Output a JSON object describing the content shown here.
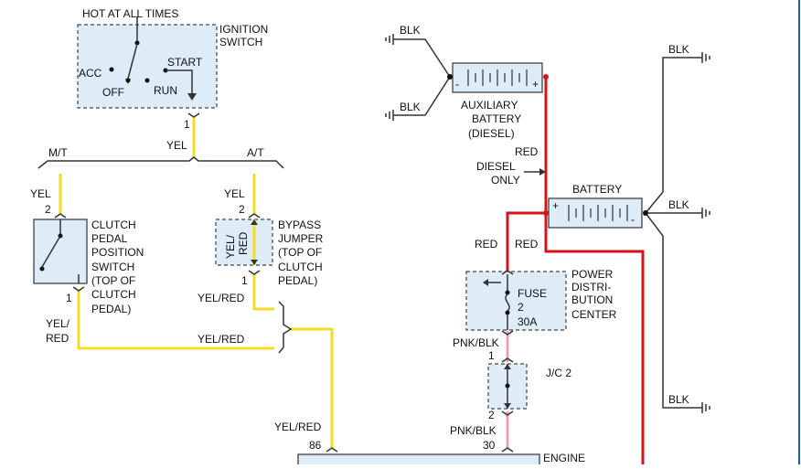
{
  "colors": {
    "yel": "#f5dd24",
    "red": "#d0161b",
    "pnk": "#e8a4b4",
    "blk": "#333333",
    "component_fill": "#ddecf6",
    "frame": "#1e5ca8"
  },
  "ignition": {
    "hot_label": "HOT AT ALL TIMES",
    "name_line1": "IGNITION",
    "name_line2": "SWITCH",
    "acc": "ACC",
    "off": "OFF",
    "run": "RUN",
    "start": "START",
    "pin": "1",
    "wire": "YEL"
  },
  "branch": {
    "mt": "M/T",
    "at": "A/T"
  },
  "clutch": {
    "wire_in": "YEL",
    "pin_in": "2",
    "pin_out": "1",
    "lines": [
      "CLUTCH",
      "PEDAL",
      "POSITION",
      "SWITCH",
      "(TOP OF",
      "CLUTCH",
      "PEDAL)"
    ],
    "wire_out_line1": "YEL/",
    "wire_out_line2": "RED",
    "wire_run": "YEL/RED"
  },
  "bypass": {
    "wire_in": "YEL",
    "pin_in": "2",
    "pin_out": "1",
    "inner_line1": "YEL/",
    "inner_line2": "RED",
    "lines": [
      "BYPASS",
      "JUMPER",
      "(TOP OF",
      "CLUTCH",
      "PEDAL)"
    ],
    "wire_out": "YEL/RED"
  },
  "relay_feed": {
    "wire": "YEL/RED",
    "pin": "86"
  },
  "aux_battery": {
    "lines": [
      "AUXILIARY",
      "BATTERY",
      "(DIESEL)"
    ],
    "gnd_top": "BLK",
    "gnd_bottom": "BLK",
    "minus": "-",
    "plus": "+",
    "wire": "RED",
    "note_line1": "DIESEL",
    "note_line2": "ONLY"
  },
  "battery": {
    "label": "BATTERY",
    "minus": "-",
    "plus": "+",
    "gnd_top": "BLK",
    "gnd_mid": "BLK",
    "gnd_bottom": "BLK",
    "wire_left": "RED",
    "wire_right": "RED"
  },
  "pdc": {
    "fuse_label": "FUSE",
    "fuse_number": "2",
    "fuse_rating": "30A",
    "lines": [
      "POWER",
      "DISTRI-",
      "BUTION",
      "CENTER"
    ]
  },
  "jc2": {
    "wire_in": "PNK/BLK",
    "pin_in": "1",
    "pin_out": "2",
    "label": "J/C 2",
    "wire_out": "PNK/BLK",
    "pin_relay": "30"
  },
  "engine_block": {
    "label": "ENGINE"
  }
}
